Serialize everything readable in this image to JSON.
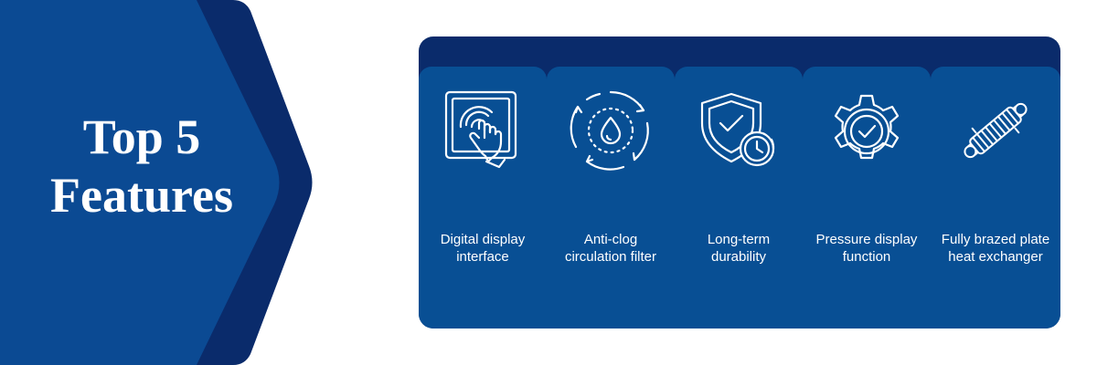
{
  "title": {
    "line1": "Top 5",
    "line2": "Features"
  },
  "colors": {
    "chevron_outer": "#0a2b6b",
    "chevron_inner": "#0b4a93",
    "panel_bg": "#0a2b6b",
    "card_bg": "#084f94",
    "text": "#ffffff"
  },
  "features": [
    {
      "label": "Digital display interface",
      "icon": "touchscreen-hand-icon"
    },
    {
      "label": "Anti-clog circulation filter",
      "icon": "water-drop-cycle-icon"
    },
    {
      "label": "Long-term durability",
      "icon": "shield-check-clock-icon"
    },
    {
      "label": "Pressure display function",
      "icon": "gear-check-icon"
    },
    {
      "label": "Fully brazed plate heat exchanger",
      "icon": "heat-exchanger-icon"
    }
  ]
}
